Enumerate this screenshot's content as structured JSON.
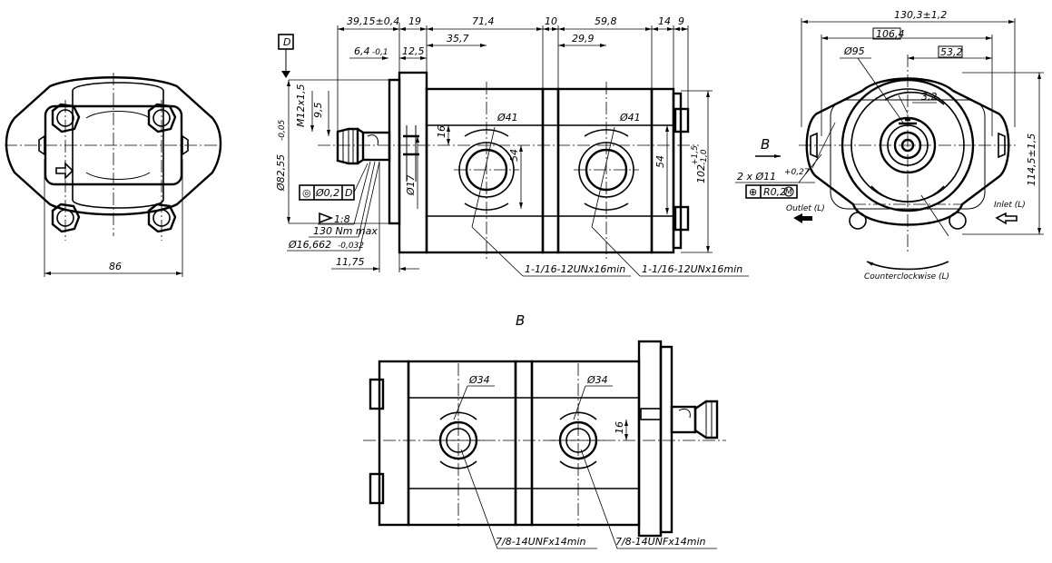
{
  "views": {
    "left": {
      "dim_width": "86"
    },
    "side": {
      "datum_letter": "D",
      "dim_top": [
        "39,15±0,4",
        "19",
        "71,4",
        "10",
        "59,8",
        "14",
        "9"
      ],
      "dim_second": [
        "6,4",
        "-0,1",
        "12,5",
        "35,7",
        "29,9"
      ],
      "shaft_thread": "M12x1,5",
      "shaft_len": "9,5",
      "shaft_dia": "Ø82,55",
      "shaft_dia_tol": "-0,05",
      "key_dim": "Ø17",
      "port_dim_1": "16",
      "port1_dia": "Ø41",
      "port1_offset": "54",
      "port2_dia": "Ø41",
      "port2_offset": "54",
      "height_dim": "102",
      "height_tol_up": "+1,5",
      "height_tol_dn": "-1,0",
      "tolerance_frame": {
        "symbol": "◎",
        "value": "Ø0,2",
        "datum": "D"
      },
      "taper": "1:8",
      "torque": "130 Nm max",
      "spline_dia": "Ø16,662",
      "spline_tol": "-0,032",
      "flange_len": "11,75",
      "thread_note_1": "1-1/16-12UNx16min",
      "thread_note_2": "1-1/16-12UNx16min"
    },
    "front": {
      "overall_width": "130,3±1,2",
      "bolt_spacing": "106,4",
      "half_spacing": "53,2",
      "pilot_dia": "Ø95",
      "key_width": "3,2",
      "view_arrow_label": "B",
      "holes_note": "2 x Ø11",
      "holes_tol": "+0,27",
      "position_frame": {
        "symbol": "⊕",
        "value": "R0,2",
        "modifier": "M"
      },
      "outlet_label": "Outlet (L)",
      "inlet_label": "Inlet (L)",
      "height_dim": "114,5±1,5",
      "rotation_label": "Counterclockwise (L)"
    },
    "bottom": {
      "view_label": "B",
      "port1_dia": "Ø34",
      "port2_dia": "Ø34",
      "offset_dim": "16",
      "thread_note_1": "7/8-14UNFx14min",
      "thread_note_2": "7/8-14UNFx14min"
    }
  }
}
